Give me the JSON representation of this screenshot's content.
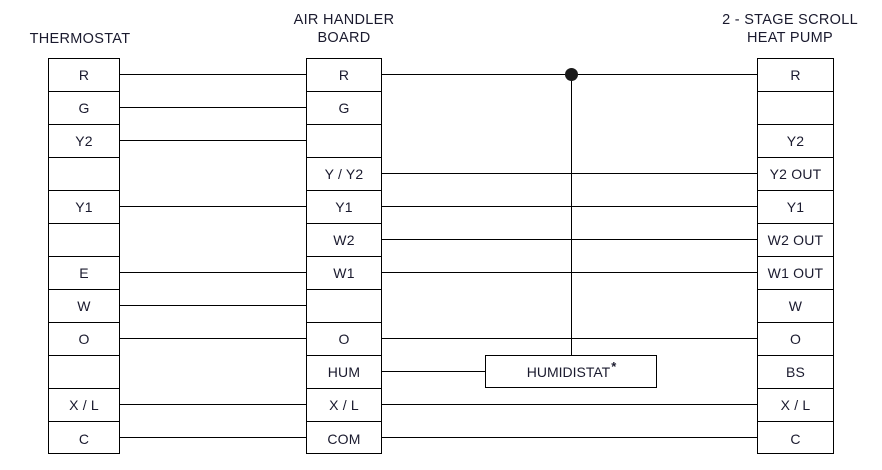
{
  "diagram": {
    "kind": "hvac-thermostat-wiring-diagram",
    "background": "#ffffff",
    "line_color": "#000000",
    "text_color": "#1a1a2e"
  },
  "headers": {
    "thermostat": "THERMOSTAT",
    "air_handler_line1": "AIR HANDLER",
    "air_handler_line2": "BOARD",
    "heat_pump_line1": "2 - STAGE SCROLL",
    "heat_pump_line2": "HEAT PUMP"
  },
  "columns": {
    "thermostat": {
      "title": "THERMOSTAT",
      "terminals": [
        "R",
        "G",
        "Y2",
        "",
        "Y1",
        "",
        "E",
        "W",
        "O",
        "",
        "X / L",
        "C"
      ]
    },
    "air_handler": {
      "title": "AIR HANDLER BOARD",
      "terminals": [
        "R",
        "G",
        "",
        "Y / Y2",
        "Y1",
        "W2",
        "W1",
        "",
        "O",
        "HUM",
        "X / L",
        "COM"
      ]
    },
    "heat_pump": {
      "title": "2 - STAGE SCROLL HEAT PUMP",
      "terminals": [
        "R",
        "",
        "Y2",
        "Y2 OUT",
        "Y1",
        "W2 OUT",
        "W1 OUT",
        "W",
        "O",
        "BS",
        "X / L",
        "C"
      ]
    }
  },
  "components": {
    "humidistat": {
      "label": "HUMIDISTAT",
      "footnote_marker": "*"
    },
    "junction": {
      "name": "wire-junction-dot",
      "on_wire": "R"
    }
  },
  "connections": {
    "thermostat_to_air_handler": [
      "R",
      "G",
      "Y2",
      "Y1",
      "E",
      "W",
      "O",
      "X / L",
      "C"
    ],
    "air_handler_to_heat_pump": [
      "R",
      "Y / Y2",
      "Y1",
      "W2",
      "W1",
      "O",
      "X / L",
      "COM"
    ],
    "air_handler_to_humidistat": [
      "HUM"
    ],
    "junction_branch": "R to HUMIDISTAT"
  }
}
